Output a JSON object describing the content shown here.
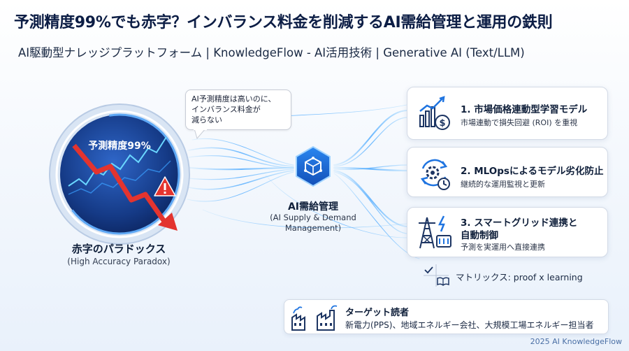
{
  "header": {
    "title": "予測精度99%でも赤字？インバランス料金を削減するAI需給管理と運用の鉄則",
    "subtitle": "AI駆動型ナレッジプラットフォーム | KnowledgeFlow - AI活用技術 | Generative AI (Text/LLM)"
  },
  "paradox": {
    "gauge_label": "予測精度99%",
    "title": "赤字のパラドックス",
    "subtitle": "(High Accuracy Paradox)",
    "bubble_lines": [
      "AI予測精度は高いのに、",
      "インバランス料金が",
      "減らない"
    ]
  },
  "hub": {
    "title": "AI需給管理",
    "subtitle_lines": [
      "(AI Supply & Demand",
      "Management)"
    ]
  },
  "cards": [
    {
      "title": "1. 市場価格連動型学習モデル",
      "desc": "市場連動で損失回避 (ROI) を重視",
      "icon": "chart-dollar-icon"
    },
    {
      "title": "2. MLOpsによるモデル劣化防止",
      "desc": "継続的な運用監視と更新",
      "icon": "gear-cycle-icon"
    },
    {
      "title_lines": [
        "3. スマートグリッド連携と",
        "自動制御"
      ],
      "desc": "予測を実運用へ直接連携",
      "icon": "power-grid-icon"
    }
  ],
  "matrix": {
    "text": "マトリックス: proof x learning"
  },
  "target": {
    "title": "ターゲット読者",
    "desc": "新電力(PPS)、地域エネルギー会社、大規模工場エネルギー担当者"
  },
  "footer": {
    "text": "2025 AI KnowledgeFlow"
  },
  "colors": {
    "accent_blue": "#1f74e0",
    "navy": "#0c1d45",
    "alert_red": "#e3342f",
    "glow": "#7cc7ff"
  }
}
